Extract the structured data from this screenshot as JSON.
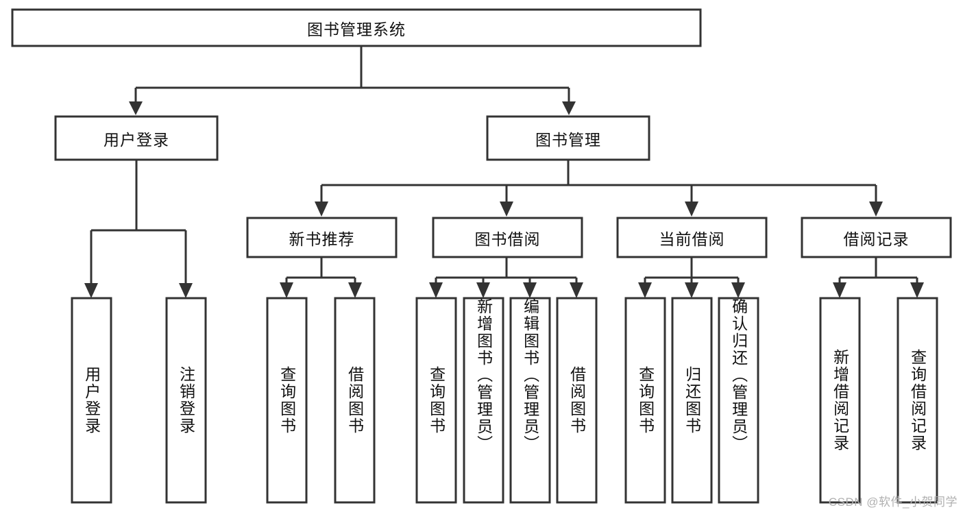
{
  "diagram": {
    "type": "org-chart",
    "title": "图书管理系统",
    "watermark": "CSDN @软件_小贺同学",
    "levels": {
      "root": {
        "label": "图书管理系统"
      },
      "level2": [
        {
          "id": "user-login",
          "label": "用户登录"
        },
        {
          "id": "book-manage",
          "label": "图书管理"
        }
      ],
      "level3": [
        {
          "id": "new-book-recommend",
          "label": "新书推荐"
        },
        {
          "id": "book-borrow",
          "label": "图书借阅"
        },
        {
          "id": "current-borrow",
          "label": "当前借阅"
        },
        {
          "id": "borrow-record",
          "label": "借阅记录"
        }
      ],
      "leaves": {
        "user_login": [
          {
            "id": "leaf-user-login",
            "label": "用户登录"
          },
          {
            "id": "leaf-logout-login",
            "label": "注销登录"
          }
        ],
        "new_book_recommend": [
          {
            "id": "leaf-query-book-1",
            "label": "查询图书"
          },
          {
            "id": "leaf-borrow-book-1",
            "label": "借阅图书"
          }
        ],
        "book_borrow": [
          {
            "id": "leaf-query-book-2",
            "label": "查询图书"
          },
          {
            "id": "leaf-add-book",
            "label": "新增图书（管理员）"
          },
          {
            "id": "leaf-edit-book",
            "label": "编辑图书（管理员）"
          },
          {
            "id": "leaf-borrow-book-2",
            "label": "借阅图书"
          }
        ],
        "current_borrow": [
          {
            "id": "leaf-query-book-3",
            "label": "查询图书"
          },
          {
            "id": "leaf-return-book",
            "label": "归还图书"
          },
          {
            "id": "leaf-confirm-return",
            "label": "确认归还（管理员）"
          }
        ],
        "borrow_record": [
          {
            "id": "leaf-add-borrow-record",
            "label": "新增借阅记录"
          },
          {
            "id": "leaf-query-borrow-record",
            "label": "查询借阅记录"
          }
        ]
      }
    },
    "colors": {
      "box_stroke": "#333333",
      "box_fill": "#ffffff",
      "connector": "#333333",
      "text": "#111111",
      "watermark": "#b0b0b0",
      "background": "#ffffff"
    }
  }
}
